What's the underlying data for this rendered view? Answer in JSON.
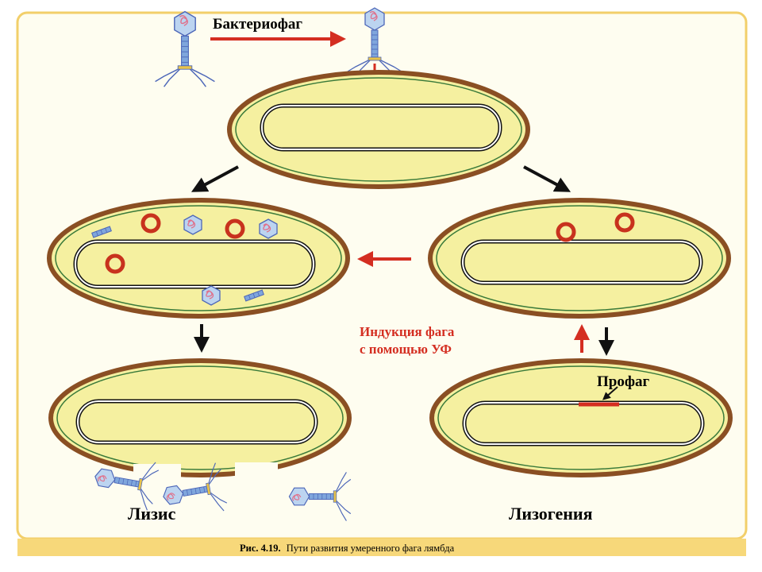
{
  "labels": {
    "bacteriophage": "Бактериофаг",
    "induction_line1": "Индукция фага",
    "induction_line2": "с помощью УФ",
    "prophage": "Профаг",
    "lysis": "Лизис",
    "lysogeny": "Лизогения"
  },
  "caption": {
    "figure_no": "Рис. 4.19.",
    "text": "Пути развития умеренного фага лямбда"
  },
  "colors": {
    "panel_bg": "#fefdf0",
    "panel_border": "#f2cf6a",
    "caption_bar": "#f7d87a",
    "cell_fill": "#f5f0a0",
    "cell_wall": "#8a4f23",
    "membrane": "#3a7a3a",
    "red_arrow": "#d42e21",
    "black_arrow": "#111111",
    "plasmid": "#c8321d",
    "phage_blue": "#4d67b8",
    "phage_pink": "#e0708a"
  },
  "icons": {
    "phage": "phage-icon",
    "plasmid": "plasmid-ring-icon",
    "capsid": "phage-capsid-icon"
  }
}
